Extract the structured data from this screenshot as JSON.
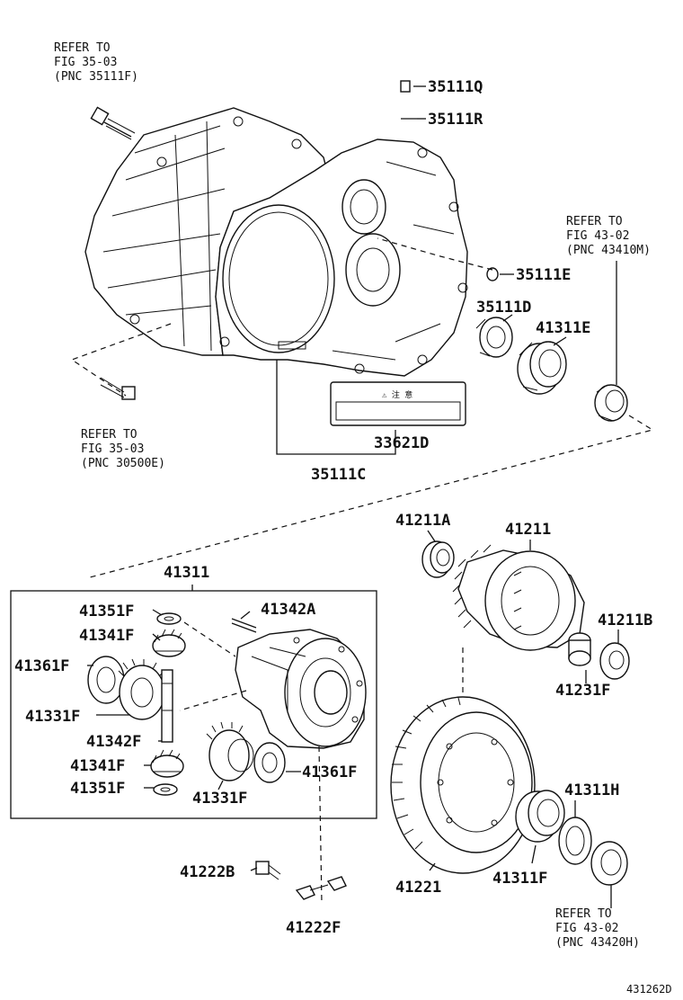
{
  "diagram_code": "431262D",
  "refs": {
    "r1": [
      "REFER TO",
      "FIG 35-03",
      "(PNC 35111F)"
    ],
    "r2": [
      "REFER TO",
      "FIG 43-02",
      "(PNC 43410M)"
    ],
    "r3": [
      "REFER TO",
      "FIG 35-03",
      "(PNC 30500E)"
    ],
    "r4": [
      "REFER TO",
      "FIG 43-02",
      "(PNC 43420H)"
    ]
  },
  "parts": {
    "p35111Q": "35111Q",
    "p35111R": "35111R",
    "p35111E": "35111E",
    "p35111D": "35111D",
    "p41311E": "41311E",
    "p33621D": "33621D",
    "p35111C": "35111C",
    "p41211A": "41211A",
    "p41211": "41211",
    "p41311": "41311",
    "p41351F_a": "41351F",
    "p41342A": "41342A",
    "p41341F_a": "41341F",
    "p41361F_a": "41361F",
    "p41331F_a": "41331F",
    "p41342F": "41342F",
    "p41341F_b": "41341F",
    "p41351F_b": "41351F",
    "p41331F_b": "41331F",
    "p41361F_b": "41361F",
    "p41211B": "41211B",
    "p41231F": "41231F",
    "p41311H": "41311H",
    "p41222B": "41222B",
    "p41221": "41221",
    "p41311F": "41311F",
    "p41222F": "41222F"
  },
  "label_sticker": "⚠ 注 意"
}
